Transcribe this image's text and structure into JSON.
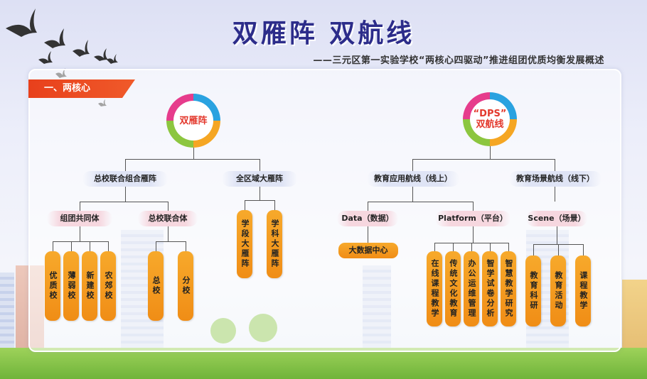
{
  "header": {
    "title": "双雁阵  双航线",
    "subtitle": "——三元区第一实验学校“两核心四驱动”推进组团优质均衡发展概述"
  },
  "section": {
    "label": "一、两核心"
  },
  "left": {
    "core": "双雁阵",
    "branches": [
      {
        "label": "总校联合组合雁阵",
        "children": [
          {
            "label": "组团共同体",
            "leaves": [
              "优质校",
              "薄弱校",
              "新建校",
              "农郊校"
            ]
          },
          {
            "label": "总校联合体",
            "leaves": [
              "总校",
              "分校"
            ]
          }
        ]
      },
      {
        "label": "全区域大雁阵",
        "leaves": [
          "学段大雁阵",
          "学科大雁阵"
        ]
      }
    ]
  },
  "right": {
    "core_line1": "“DPS”",
    "core_line2": "双航线",
    "branches": [
      {
        "label": "教育应用航线（线上）",
        "children": [
          {
            "label": "Data（数据）",
            "leaves": [
              "大数据中心"
            ]
          },
          {
            "label": "Platform（平台）",
            "leaves": [
              "在线课程教学",
              "传统文化教育",
              "办公运维管理",
              "智学试卷分析",
              "智慧教学研究"
            ]
          }
        ]
      },
      {
        "label": "教育场景航线（线下）",
        "children": [
          {
            "label": "Scene（场景）",
            "leaves": [
              "教育科研",
              "教育活动",
              "课程教学"
            ]
          }
        ]
      }
    ]
  },
  "colors": {
    "title": "#2c2c8a",
    "tag": "#e8401c",
    "box": "#f5a020",
    "core_text": "#e3382c"
  }
}
